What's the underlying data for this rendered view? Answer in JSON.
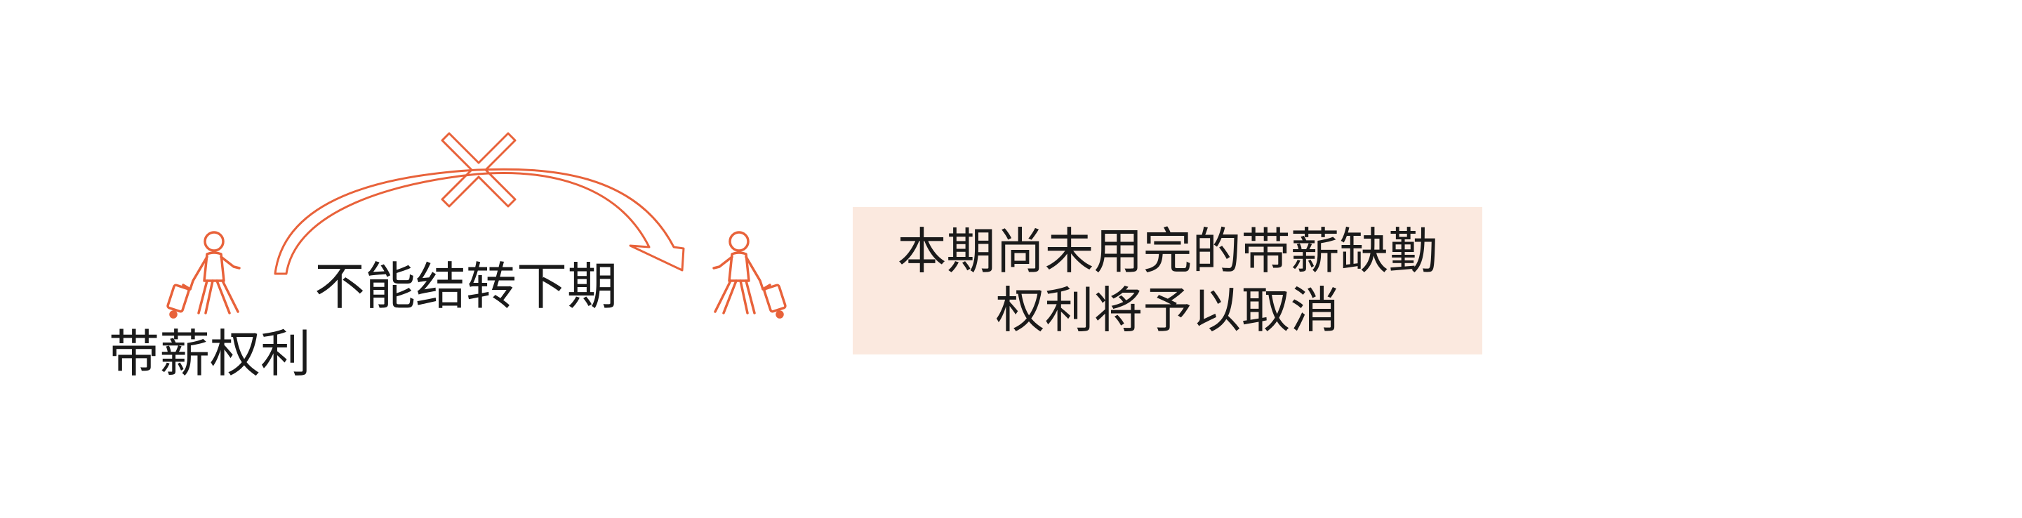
{
  "left_label": "带薪权利",
  "arrow_label": "不能结转下期",
  "note": {
    "line1": "本期尚未用完的带薪缺勤",
    "line2": "权利将予以取消"
  },
  "colors": {
    "accent": "#e8623a",
    "note_background": "#fbe9df",
    "text": "#1a1a1a"
  },
  "icons": [
    "traveler-icon",
    "cross-icon",
    "curved-arrow-icon"
  ]
}
